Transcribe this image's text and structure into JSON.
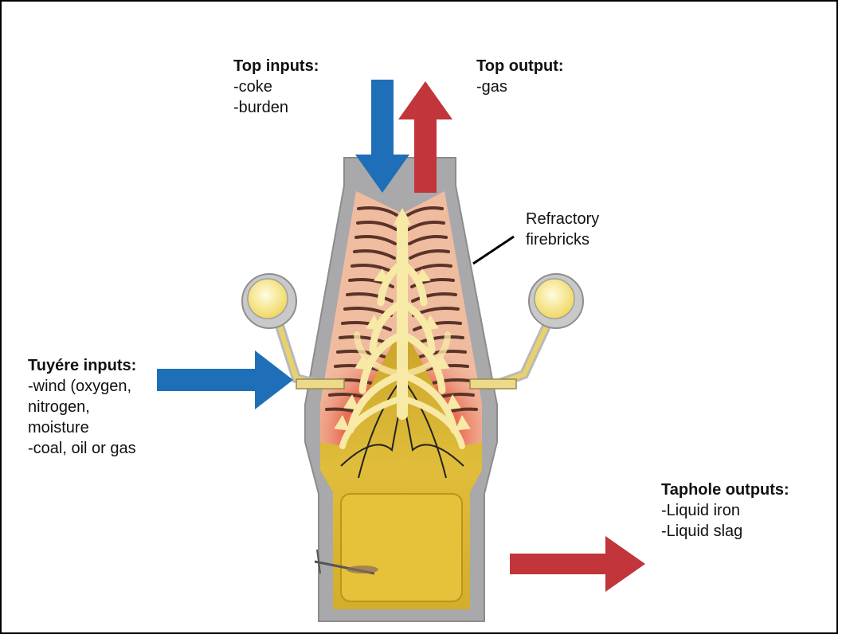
{
  "labels": {
    "top_inputs": {
      "heading": "Top inputs:",
      "lines": [
        "-coke",
        "-burden"
      ]
    },
    "top_output": {
      "heading": "Top output:",
      "lines": [
        "-gas"
      ]
    },
    "refractory": {
      "lines": [
        "Refractory",
        "firebricks"
      ]
    },
    "tuyere_inputs": {
      "heading": "Tuyére inputs:",
      "lines": [
        "-wind (oxygen,",
        "nitrogen,",
        "moisture",
        "-coal, oil or gas"
      ]
    },
    "taphole_outputs": {
      "heading": "Taphole outputs:",
      "lines": [
        "-Liquid iron",
        "-Liquid slag"
      ]
    }
  },
  "colors": {
    "input_arrow": "#1f6fb8",
    "output_arrow": "#c1353b",
    "shell": "#a9a9ab",
    "refractory_brick": "#e8a98a",
    "hot_zone": "#e8503a",
    "molten_iron": "#d9b422",
    "gas_flow": "#f7e9a6"
  }
}
